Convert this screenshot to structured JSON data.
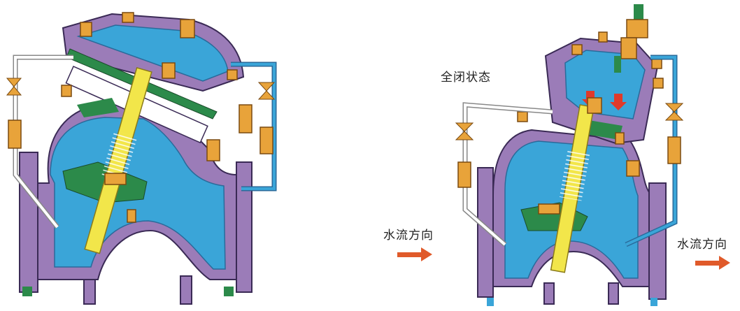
{
  "labels": {
    "state": "全闭状态",
    "flow_left": "水流方向",
    "flow_right": "水流方向"
  },
  "colors": {
    "body": "#9b7cb8",
    "body_outline": "#3a2a55",
    "water": "#3aa5d8",
    "diaphragm": "#2c8a4a",
    "stem": "#f2e64a",
    "fitting": "#e8a33a",
    "tube_left": "#ffffff",
    "tube_right": "#3aa5d8",
    "flow_arrow": "#e05a2a",
    "pressure_arrow": "#e03a2a"
  },
  "icons": {
    "flow_arrow": "right-arrow-icon",
    "valve": "needle-valve-icon"
  }
}
